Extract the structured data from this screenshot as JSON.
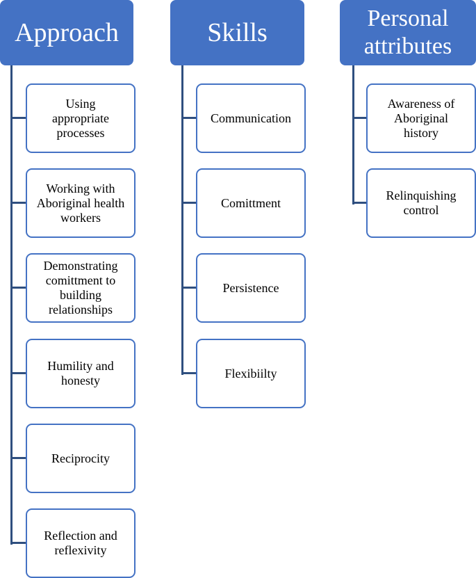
{
  "columns": [
    {
      "title": "Approach",
      "items": [
        "Using appropriate processes",
        "Working with Aboriginal health workers",
        "Demonstrating comittment to building relationships",
        "Humility and honesty",
        "Reciprocity",
        "Reflection and reflexivity"
      ]
    },
    {
      "title": "Skills",
      "items": [
        "Communication",
        "Comittment",
        "Persistence",
        "Flexibiilty"
      ]
    },
    {
      "title": "Personal attributes",
      "items": [
        "Awareness of Aboriginal history",
        "Relinquishing control"
      ]
    }
  ],
  "colors": {
    "header_fill": "#4472c4",
    "box_border": "#4472c4",
    "connector": "#2f4f7f"
  }
}
